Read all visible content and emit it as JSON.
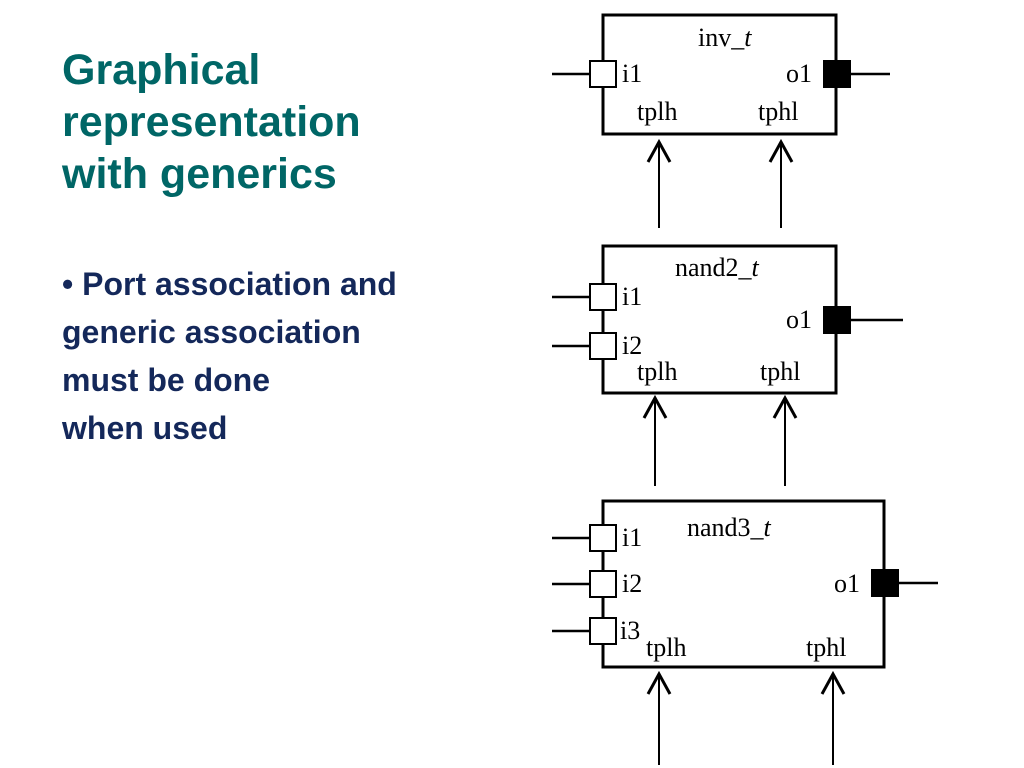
{
  "title": {
    "line1": "Graphical",
    "line2": "representation",
    "line3": "with generics"
  },
  "bullet": {
    "marker": "•",
    "line1": "Port association and",
    "line2": "generic association",
    "line3": "must be done",
    "line4": "when used"
  },
  "diagram": {
    "blocks": [
      {
        "name": "inv_",
        "name_suffix": "t",
        "inputs": [
          "i1"
        ],
        "output": "o1",
        "generics": [
          "tplh",
          "tphl"
        ]
      },
      {
        "name": "nand2_",
        "name_suffix": "t",
        "inputs": [
          "i1",
          "i2"
        ],
        "output": "o1",
        "generics": [
          "tplh",
          "tphl"
        ]
      },
      {
        "name": "nand3_",
        "name_suffix": "t",
        "inputs": [
          "i1",
          "i2",
          "i3"
        ],
        "output": "o1",
        "generics": [
          "tplh",
          "tphl"
        ]
      }
    ]
  }
}
